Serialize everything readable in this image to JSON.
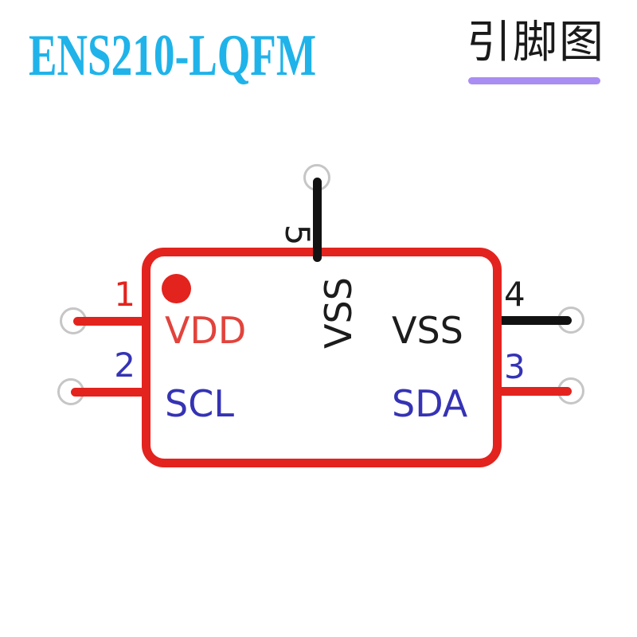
{
  "header": {
    "title": "ENS210-LQFM",
    "title_color": "#1fb3ea",
    "subtitle": "引脚图",
    "subtitle_color": "#1a1a1a",
    "underline_color": "#a98df2"
  },
  "chip": {
    "part_number": "ENS210-LQFM",
    "body_border_color": "#e3231e",
    "pin1_marker_color": "#e3231e",
    "terminal_ring_color": "#c6c6c6",
    "pins": [
      {
        "number": "1",
        "label": "VDD",
        "side": "left",
        "number_color": "#e3231e",
        "label_color": "#e2433c",
        "wire_color": "#e3231e"
      },
      {
        "number": "2",
        "label": "SCL",
        "side": "left",
        "number_color": "#3533b4",
        "label_color": "#3533b4",
        "wire_color": "#e3231e"
      },
      {
        "number": "3",
        "label": "SDA",
        "side": "right",
        "number_color": "#3533b4",
        "label_color": "#3533b4",
        "wire_color": "#e3231e"
      },
      {
        "number": "4",
        "label": "VSS",
        "side": "right",
        "number_color": "#1c1c1c",
        "label_color": "#1c1c1c",
        "wire_color": "#121212"
      },
      {
        "number": "5",
        "label": "VSS",
        "side": "top",
        "number_color": "#1c1c1c",
        "label_color": "#1c1c1c",
        "wire_color": "#121212"
      }
    ]
  }
}
